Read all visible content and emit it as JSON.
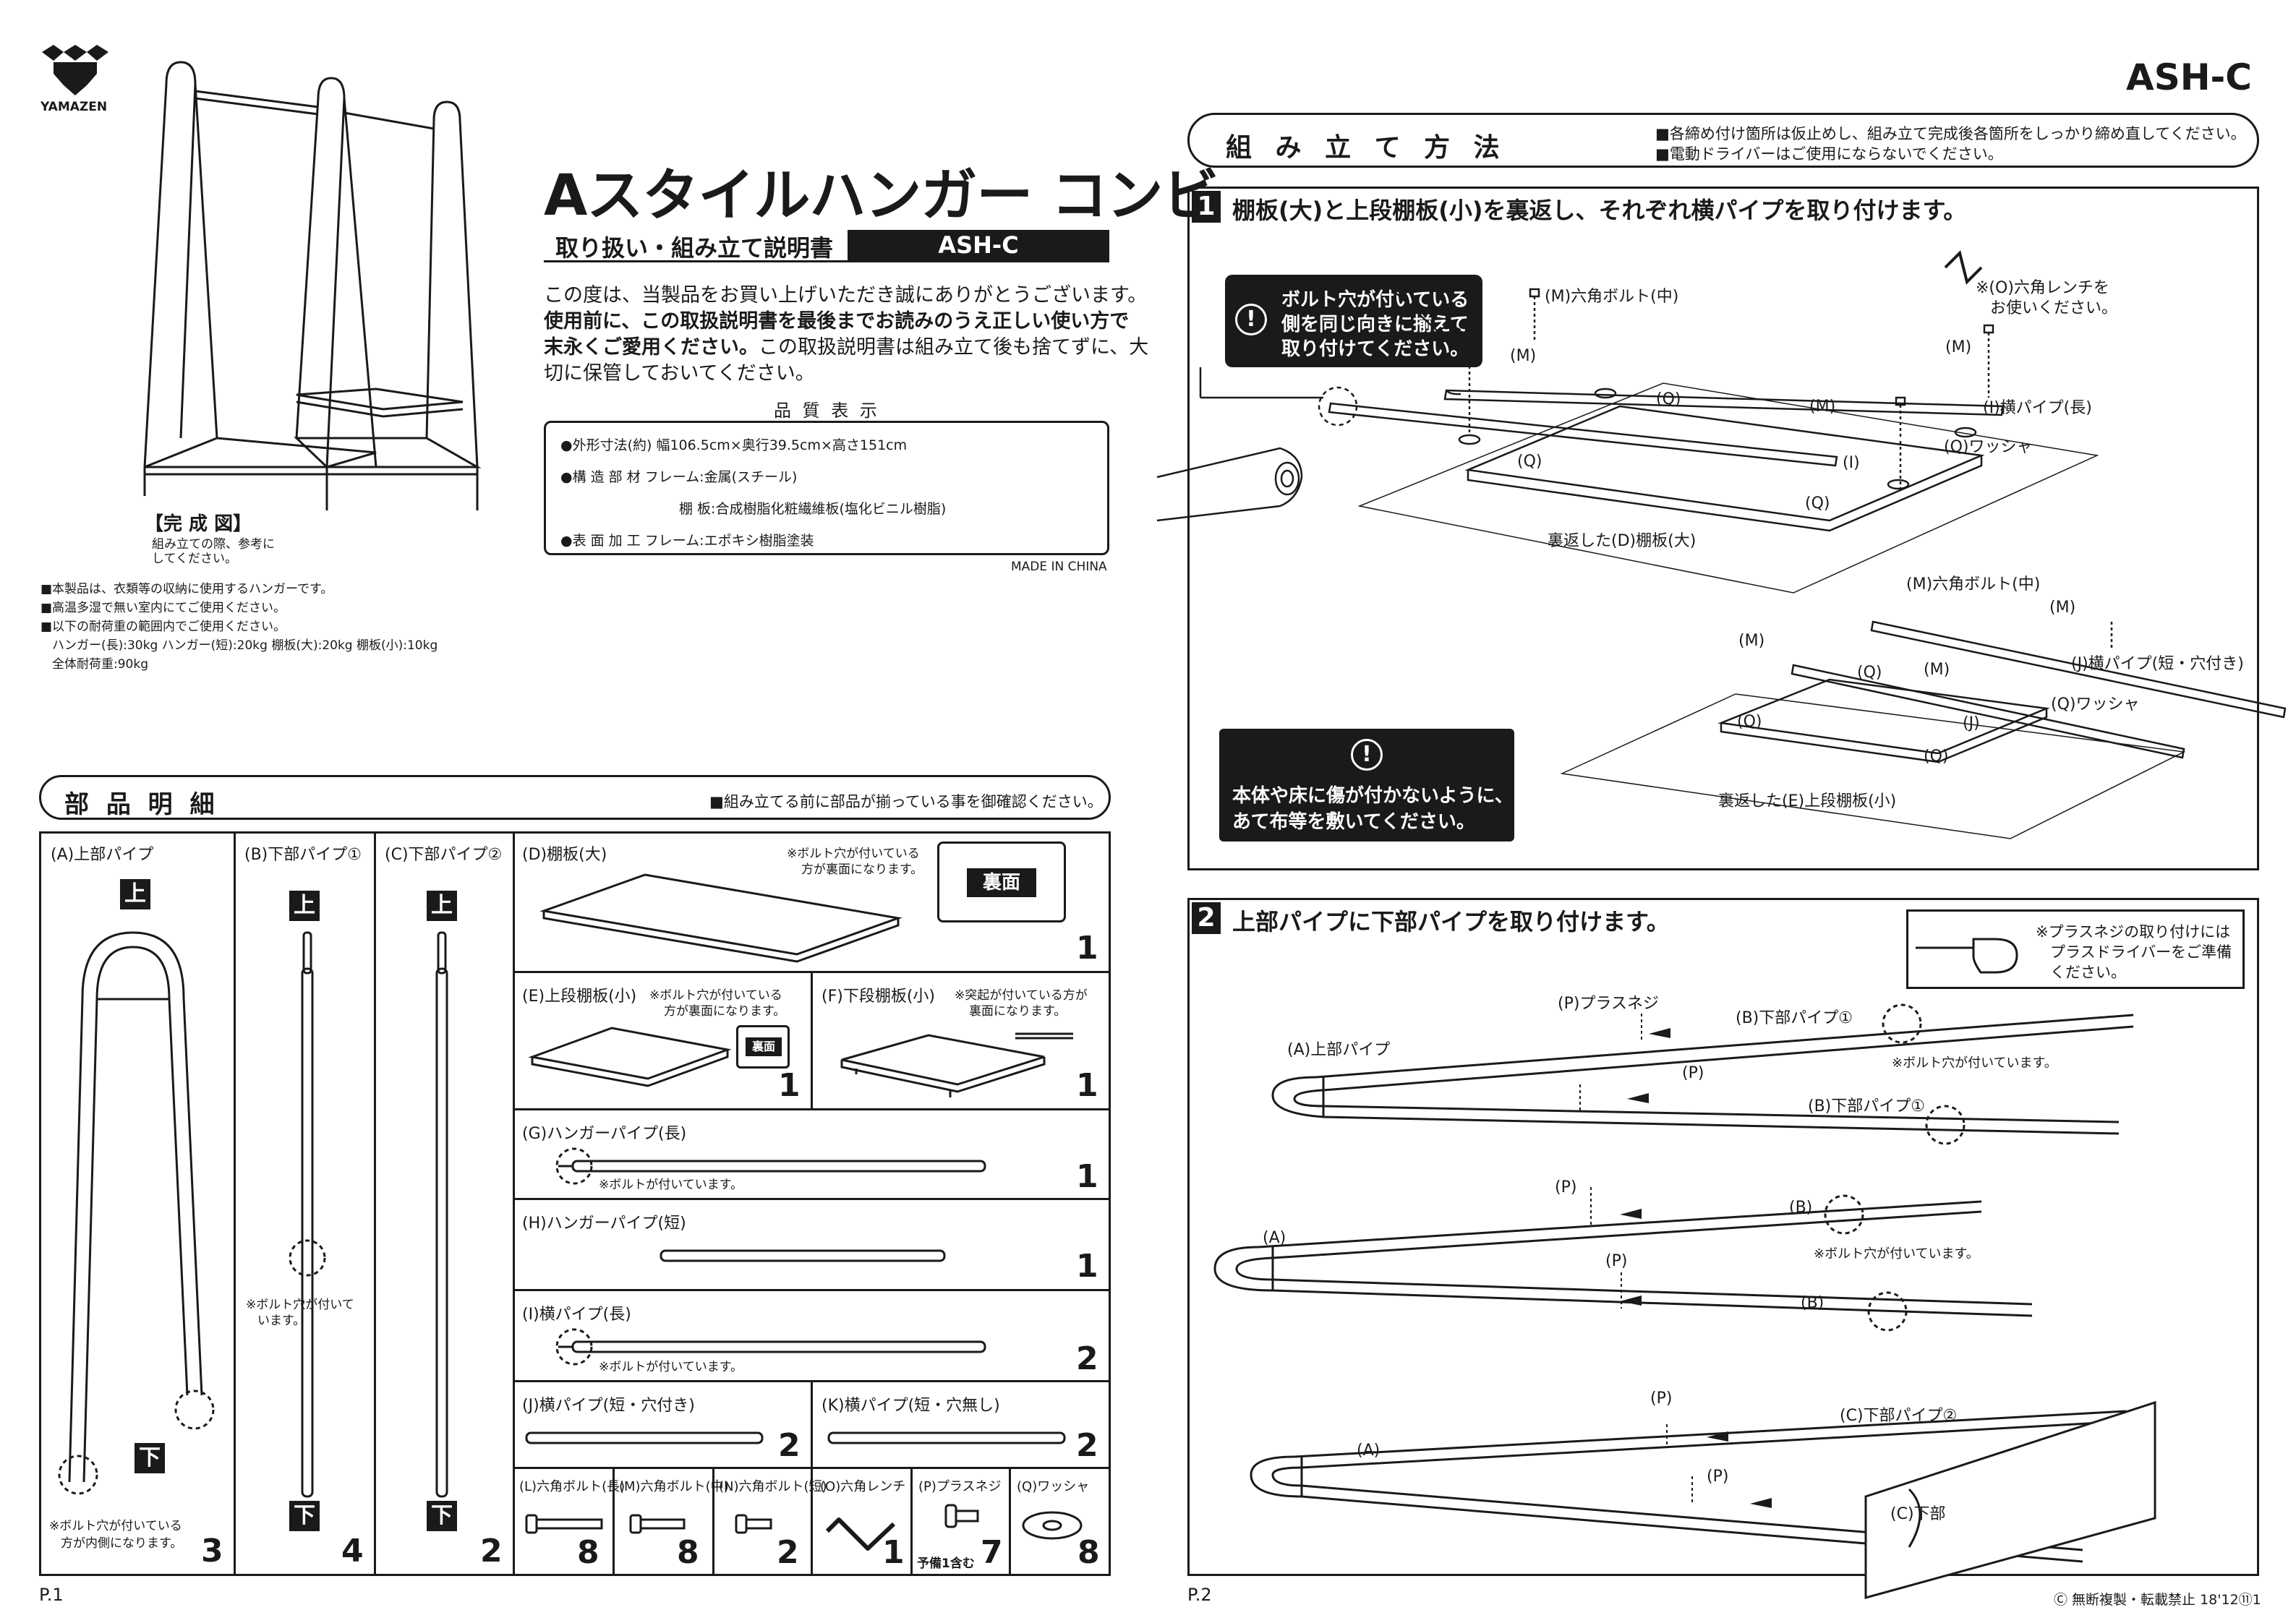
{
  "brand": {
    "name": "YAMAZEN"
  },
  "model": "ASH-C",
  "title": "Aスタイルハンガー コンビ",
  "subtitle": "取り扱い・組み立て説明書",
  "intro": {
    "l1": "この度は、当製品をお買い上げいただき誠にありがとうございます。",
    "l2": "使用前に、この取扱説明書を最後までお読みのうえ正しい使い方で",
    "l3a": "末永くご愛用ください。",
    "l3b": "この取扱説明書は組み立て後も捨てずに、大",
    "l4": "切に保管しておいてください。"
  },
  "quality": {
    "heading": "品 質 表 示",
    "size": "●外形寸法(約) 幅106.5cm×奥行39.5cm×高さ151cm",
    "material1": "●構 造 部 材 フレーム:金属(スチール)",
    "material2": "棚 板:合成樹脂化粧繊維板(塩化ビニル樹脂)",
    "finish": "●表 面 加 工 フレーム:エポキシ樹脂塗装",
    "origin": "MADE IN CHINA"
  },
  "completed": {
    "label": "【完 成 図】",
    "note1": "組み立ての際、参考に",
    "note2": "してください。"
  },
  "notes": [
    "■本製品は、衣類等の収納に使用するハンガーです。",
    "■高温多湿で無い室内にてご使用ください。",
    "■以下の耐荷重の範囲内でご使用ください。",
    "ハンガー(長):30kg ハンガー(短):20kg 棚板(大):20kg 棚板(小):10kg",
    "全体耐荷重:90kg"
  ],
  "parts": {
    "heading": "部 品 明 細",
    "note": "■組み立てる前に部品が揃っている事を御確認ください。",
    "top": "上",
    "bottom": "下",
    "A": {
      "name": "(A)上部パイプ",
      "count": "3",
      "note1": "※ボルト穴が付いている",
      "note2": "方が内側になります。"
    },
    "B": {
      "name": "(B)下部パイプ①",
      "count": "4",
      "note1": "※ボルト穴が付いて",
      "note2": "います。"
    },
    "C": {
      "name": "(C)下部パイプ②",
      "count": "2"
    },
    "D": {
      "name": "(D)棚板(大)",
      "count": "1",
      "note1": "※ボルト穴が付いている",
      "note2": "方が裏面になります。",
      "back": "裏面"
    },
    "E": {
      "name": "(E)上段棚板(小)",
      "count": "1",
      "note1": "※ボルト穴が付いている",
      "note2": "方が裏面になります。",
      "back": "裏面"
    },
    "F": {
      "name": "(F)下段棚板(小)",
      "count": "1",
      "note1": "※突起が付いている方が",
      "note2": "裏面になります。"
    },
    "G": {
      "name": "(G)ハンガーパイプ(長)",
      "count": "1",
      "note": "※ボルトが付いています。"
    },
    "H": {
      "name": "(H)ハンガーパイプ(短)",
      "count": "1"
    },
    "I": {
      "name": "(I)横パイプ(長)",
      "count": "2",
      "note": "※ボルトが付いています。"
    },
    "J": {
      "name": "(J)横パイプ(短・穴付き)",
      "count": "2"
    },
    "K": {
      "name": "(K)横パイプ(短・穴無し)",
      "count": "2"
    },
    "L": {
      "name": "(L)六角ボルト(長)",
      "count": "8"
    },
    "M": {
      "name": "(M)六角ボルト(中)",
      "count": "8"
    },
    "N": {
      "name": "(N)六角ボルト(短)",
      "count": "2"
    },
    "O": {
      "name": "(O)六角レンチ",
      "count": "1"
    },
    "P": {
      "name": "(P)プラスネジ",
      "count": "7",
      "spare": "予備1含む"
    },
    "Q": {
      "name": "(Q)ワッシャ",
      "count": "8"
    }
  },
  "assembly": {
    "heading": "組 み 立 て 方 法",
    "note1": "■各締め付け箇所は仮止めし、組み立て完成後各箇所をしっかり締め直してください。",
    "note2": "■電動ドライバーはご使用にならないでください。"
  },
  "step1": {
    "num": "1",
    "title": "棚板(大)と上段棚板(小)を裏返し、それぞれ横パイプを取り付けます。",
    "callout1": "ボルト穴が付いている",
    "callout2": "側を同じ向きに揃えて",
    "callout3": "取り付けてください。",
    "warn1": "本体や床に傷が付かないように、",
    "warn2": "あて布等を敷いてください。",
    "wrench1": "※(O)六角レンチを",
    "wrench2": "お使いください。",
    "labels": {
      "M_mid": "(M)六角ボルト(中)",
      "M": "(M)",
      "Q": "(Q)",
      "I_long": "(I)横パイプ(長)",
      "Q_washer": "(Q)ワッシャ",
      "I": "(I)",
      "D_flip": "裏返した(D)棚板(大)",
      "J_short": "(J)横パイプ(短・穴付き)",
      "J": "(J)",
      "E_flip": "裏返した(E)上段棚板(小)"
    }
  },
  "step2": {
    "num": "2",
    "title": "上部パイプに下部パイプを取り付けます。",
    "screw1": "※プラスネジの取り付けには",
    "screw2": "プラスドライバーをご準備",
    "screw3": "ください。",
    "labels": {
      "P_screw": "(P)プラスネジ",
      "P": "(P)",
      "B1": "(B)下部パイプ①",
      "A_top": "(A)上部パイプ",
      "A": "(A)",
      "B": "(B)",
      "C2": "(C)下部パイプ②",
      "C_cut": "(C)下部",
      "bolt_note": "※ボルト穴が付いています。"
    }
  },
  "footer": {
    "p1": "P.1",
    "p2": "P.2",
    "copyright": "Ⓒ 無断複製・転載禁止 18'12⑪1"
  }
}
